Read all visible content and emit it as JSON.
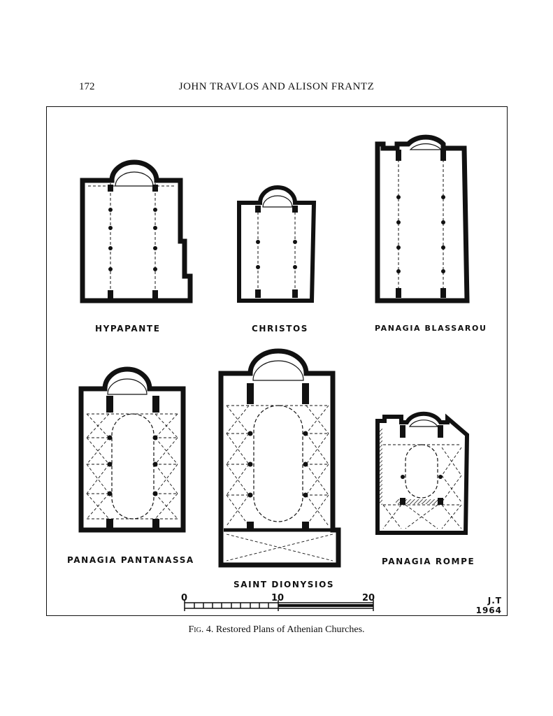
{
  "header": {
    "page_number": "172",
    "running_head": "JOHN TRAVLOS AND ALISON FRANTZ"
  },
  "figure": {
    "plans": [
      {
        "id": "hypapante",
        "label": "HYPAPANTE"
      },
      {
        "id": "christos",
        "label": "CHRISTOS"
      },
      {
        "id": "panagia-blassarou",
        "label": "PANAGIA BLASSAROU"
      },
      {
        "id": "panagia-pantanassa",
        "label": "PANAGIA PANTANASSA"
      },
      {
        "id": "saint-dionysios",
        "label": "SAINT DIONYSIOS"
      },
      {
        "id": "panagia-rompe",
        "label": "PANAGIA ROMPE"
      }
    ],
    "scale_bar": {
      "ticks": [
        "0",
        "10",
        "20"
      ]
    },
    "initials": "J.T",
    "year": "1964"
  },
  "caption": {
    "fig_label": "Fig. 4.",
    "text": "Restored Plans of Athenian Churches."
  }
}
